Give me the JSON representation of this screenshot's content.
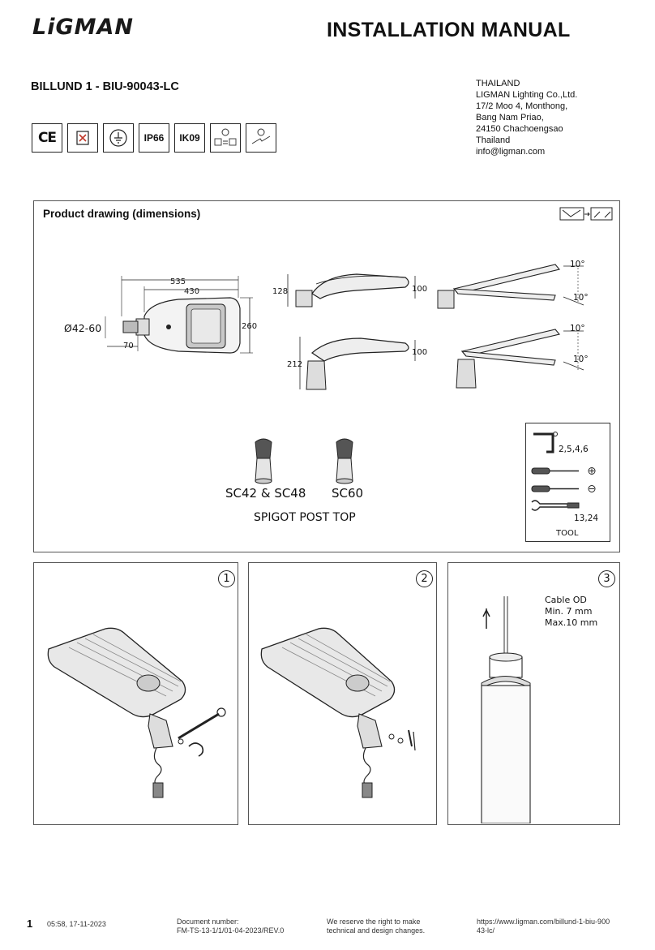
{
  "header": {
    "logo_text": "LiGMAN",
    "doc_title": "INSTALLATION MANUAL",
    "model": "BILLUND 1 - BIU-90043-LC"
  },
  "address": {
    "lines": [
      "THAILAND",
      "LIGMAN Lighting Co.,Ltd.",
      "17/2 Moo 4, Monthong,",
      "Bang Nam Priao,",
      "24150 Chachoengsao",
      "Thailand",
      "info@ligman.com"
    ]
  },
  "certifications": {
    "ce": "CE",
    "ip": "IP66",
    "ik": "IK09"
  },
  "product_drawing": {
    "title": "Product drawing (dimensions)",
    "dims": {
      "length": "535",
      "body_length": "430",
      "diameter": "Ø42-60",
      "spigot": "70",
      "width": "260",
      "height_side": "128",
      "height_front": "100",
      "height_post": "212",
      "height_front2": "100",
      "tilt_top_1": "10°",
      "tilt_bottom_1": "10°",
      "tilt_top_2": "10°",
      "tilt_bottom_2": "10°"
    },
    "spigot_a": "SC42 & SC48",
    "spigot_b": "SC60",
    "spigot_caption": "SPIGOT POST TOP",
    "tools": {
      "hex_sizes": "2,5,4,6",
      "wrench_sizes": "13,24",
      "caption": "TOOL"
    }
  },
  "steps": [
    {
      "number": "1"
    },
    {
      "number": "2"
    },
    {
      "number": "3",
      "cable_label": [
        "Cable OD",
        "Min. 7 mm",
        "Max.10 mm"
      ]
    }
  ],
  "footer": {
    "page": "1",
    "timestamp": "05:58, 17-11-2023",
    "doc_number_label": "Document number:",
    "doc_number": "FM-TS-13-1/1/01-04-2023/REV.0",
    "disclaimer_1": "We reserve the right to make",
    "disclaimer_2": "technical and design changes.",
    "url_1": "https://www.ligman.com/billund-1-biu-900",
    "url_2": "43-lc/"
  },
  "colors": {
    "ink": "#111111",
    "line": "#222222",
    "frame": "#555555"
  }
}
